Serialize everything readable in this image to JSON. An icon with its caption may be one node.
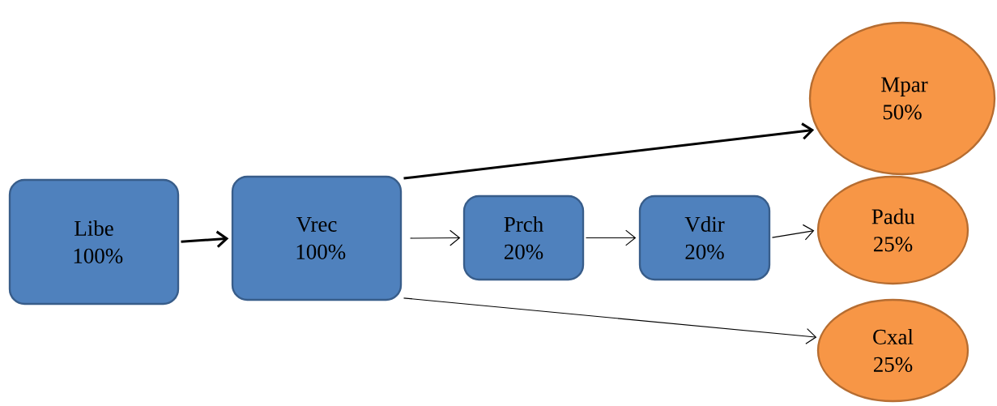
{
  "diagram": {
    "nodes": [
      {
        "text": [
          "Libe 100%"
        ]
      },
      {
        "text": [
          "Vrec 100%"
        ]
      },
      {
        "text": [
          "Prch 20%"
        ]
      },
      {
        "text": [
          "Vdir 20%"
        ]
      },
      {
        "text": [
          "Mpar 50%"
        ]
      },
      {
        "text": [
          "Padu 25%"
        ]
      },
      {
        "text": [
          "Cxal 25%"
        ]
      }
    ],
    "edges": [
      {
        "from": 0,
        "to": 1,
        "arrow": "to",
        "style": "thick"
      },
      {
        "from": 1,
        "to": 4,
        "arrow": "to",
        "style": "thick"
      },
      {
        "from": 1,
        "to": 2,
        "arrow": "to"
      },
      {
        "from": 2,
        "to": 3,
        "arrow": "to"
      },
      {
        "from": 3,
        "to": 5,
        "arrow": "to"
      },
      {
        "from": 1,
        "to": 6,
        "arrow": "to"
      }
    ]
  }
}
